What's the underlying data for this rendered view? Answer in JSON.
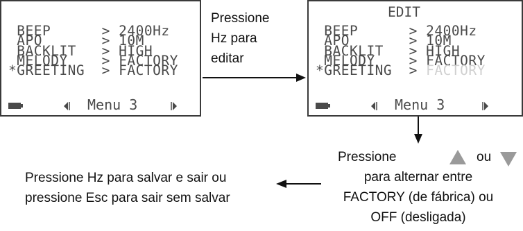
{
  "screen_left": {
    "rows": [
      {
        "name": "BEEP",
        "value": "2400Hz",
        "selected": false
      },
      {
        "name": "APO",
        "value": "10M",
        "selected": false
      },
      {
        "name": "BACKLIT",
        "value": "HIGH",
        "selected": false
      },
      {
        "name": "MELODY",
        "value": "FACTORY",
        "selected": false
      },
      {
        "name": "GREETING",
        "value": "FACTORY",
        "selected": true
      }
    ],
    "menu": "Menu 3"
  },
  "screen_right": {
    "edit_label": "EDIT",
    "rows": [
      {
        "name": "BEEP",
        "value": "2400Hz",
        "selected": false
      },
      {
        "name": "APO",
        "value": "10M",
        "selected": false
      },
      {
        "name": "BACKLIT",
        "value": "HIGH",
        "selected": false
      },
      {
        "name": "MELODY",
        "value": "FACTORY",
        "selected": false
      },
      {
        "name": "GREETING",
        "value": "FACTORY",
        "selected": true,
        "dimmed": true
      }
    ],
    "menu": "Menu 3"
  },
  "labels": {
    "press_hz_line1": "Pressione",
    "press_hz_line2": "Hz para",
    "press_hz_line3": "editar",
    "toggle_line1_a": "Pressione",
    "toggle_line1_b": "ou",
    "toggle_line2": "para alternar entre",
    "toggle_line3": "FACTORY (de fábrica) ou",
    "toggle_line4": "OFF (desligada)",
    "save_line1": "Pressione Hz para salvar e sair ou",
    "save_line2": "pressione Esc para sair sem salvar"
  },
  "colors": {
    "lcd_text": "#4a4a4a",
    "lcd_dimmed": "#d0d0d0",
    "arrow_key": "#9a9a9a"
  },
  "icons": [
    "battery-icon",
    "left-arrow-icon",
    "right-arrow-icon",
    "up-arrow-key-icon",
    "down-arrow-key-icon"
  ]
}
